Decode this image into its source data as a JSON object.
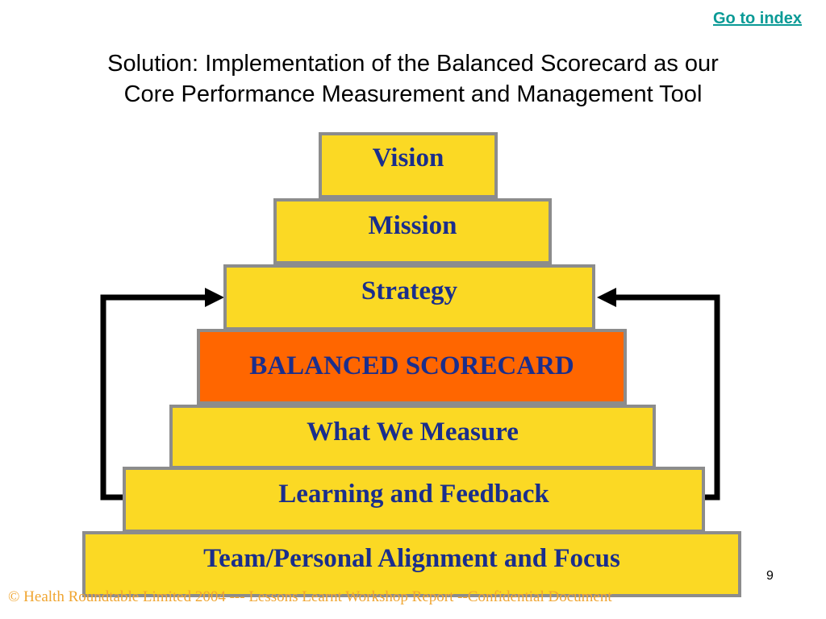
{
  "header": {
    "index_link": "Go to index",
    "title_line1": "Solution: Implementation of the Balanced Scorecard as our",
    "title_line2": "Core Performance Measurement and Management Tool"
  },
  "pyramid": {
    "tiers": [
      {
        "label": "Vision"
      },
      {
        "label": "Mission"
      },
      {
        "label": "Strategy"
      },
      {
        "label": "BALANCED SCORECARD",
        "highlight_color": "#ff6600"
      },
      {
        "label": "What We Measure"
      },
      {
        "label": "Learning and Feedback"
      },
      {
        "label": "Team/Personal Alignment and Focus"
      }
    ],
    "tier_color": "#fbd924",
    "text_color": "#1a2e8c",
    "border_color": "#8c8c8c"
  },
  "footer": {
    "page_number": "9",
    "copyright": "© Health Roundtable Limited 2004  ---  Lessons Learnt Workshop Report --Confidential Document"
  }
}
